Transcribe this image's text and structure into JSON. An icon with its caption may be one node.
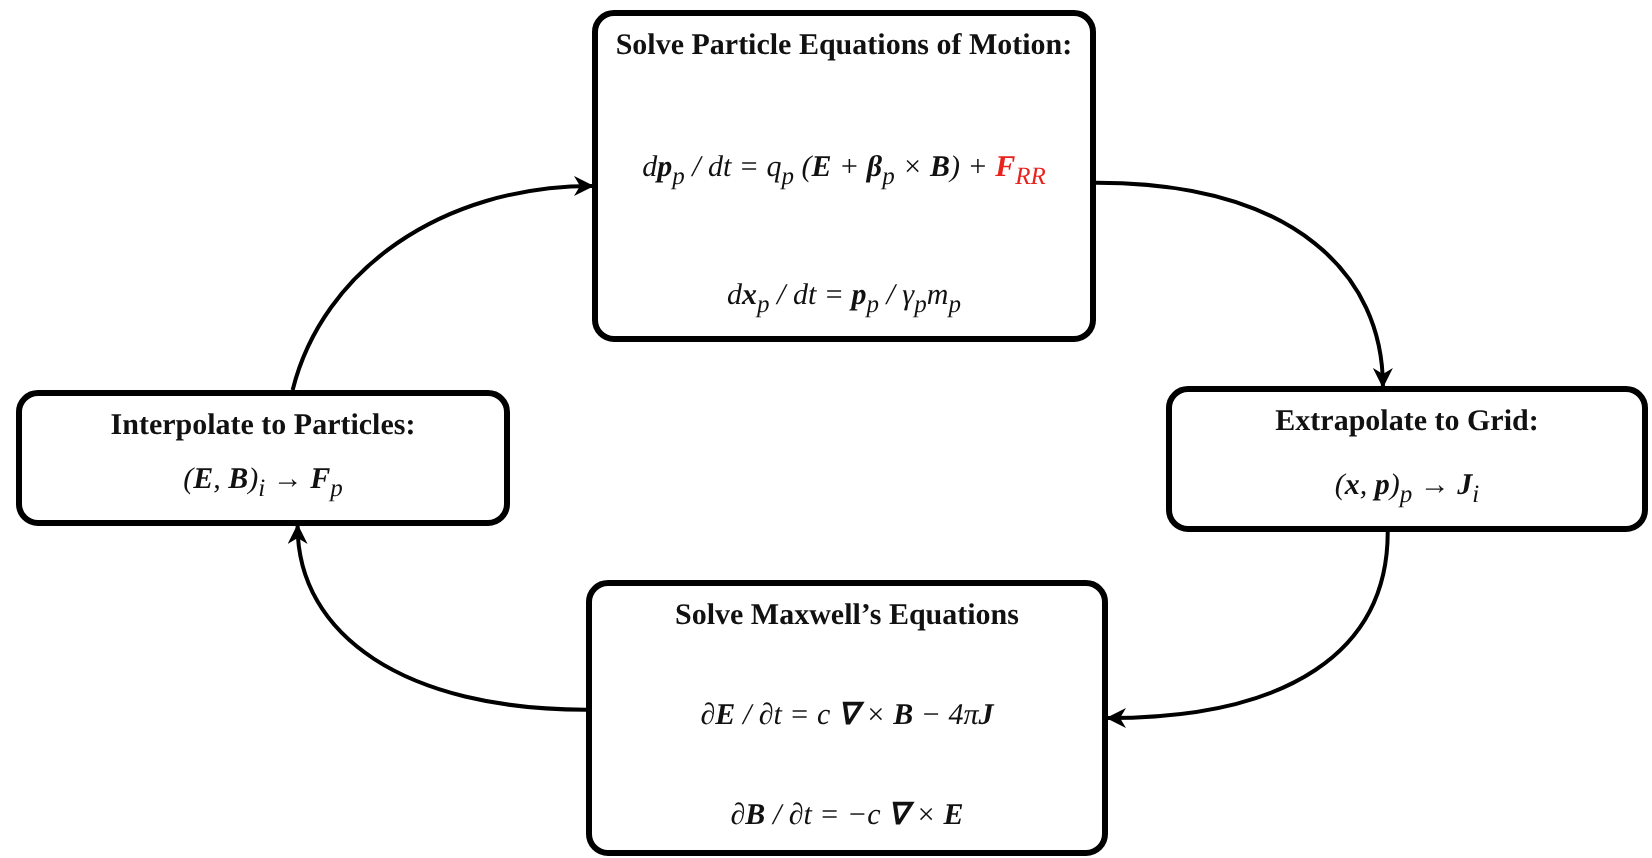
{
  "diagram": {
    "nodes": [
      {
        "text": [
          "Solve Particle Equations of Motion:",
          "d**p**$_{p}$ / dt = q$_{p}$ (**E** + **β**$_{p}$ × **B**) +",
          "**F**$_{RR}$",
          "d**x**$_{p}$ / dt = **p**$_{p}$ / γ$_{p}$m$_{p}$"
        ]
      },
      {
        "text": [
          "Interpolate to Particles:",
          "(**E**, **B**)$_{i}$ → **F**$_{p}$"
        ]
      },
      {
        "text": [
          "Extrapolate to Grid:",
          "(**x**, **p**)$_{p}$ → **J**$_{i}$"
        ]
      },
      {
        "text": [
          "Solve Maxwell’s Equations",
          "∂**E** / ∂t = c **∇** × **B** − 4π**J**",
          "∂**B** / ∂t = −c **∇** × **E**"
        ]
      }
    ],
    "edges": [
      {
        "from": 0,
        "to": 2,
        "arrow": "to"
      },
      {
        "from": 2,
        "to": 3,
        "arrow": "to"
      },
      {
        "from": 3,
        "to": 1,
        "arrow": "to"
      },
      {
        "from": 1,
        "to": 0,
        "arrow": "to"
      }
    ]
  }
}
